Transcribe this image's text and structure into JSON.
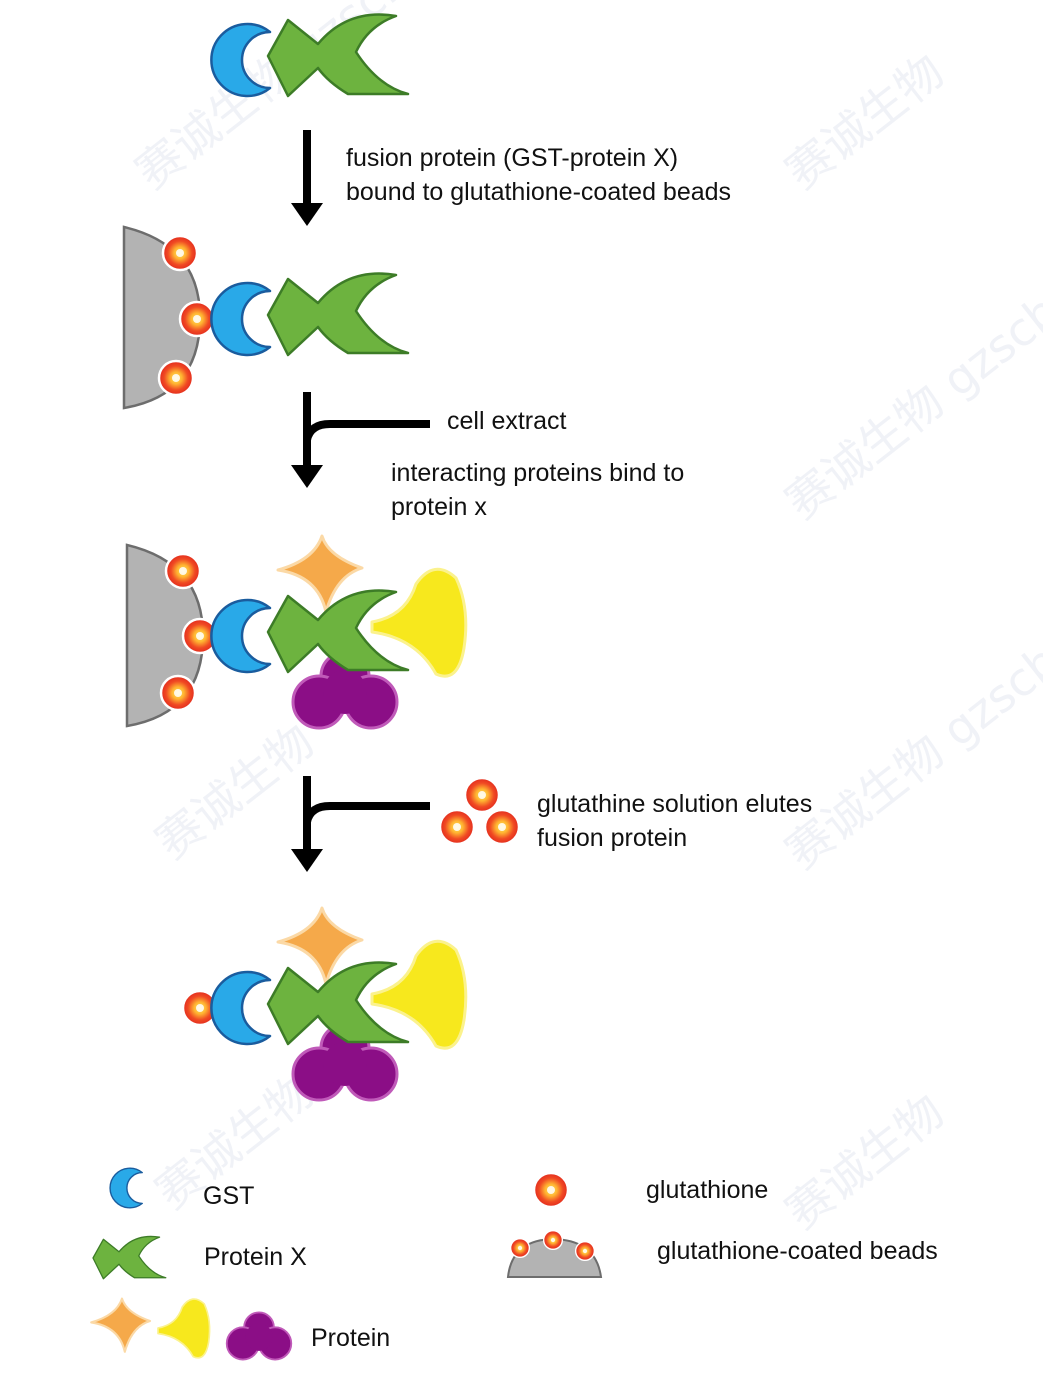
{
  "steps": {
    "step1": {
      "line1": "fusion protein (GST-protein X)",
      "line2": "bound to glutathione-coated beads"
    },
    "step2": {
      "input": "cell extract",
      "line1": "interacting proteins bind to",
      "line2": "protein x"
    },
    "step3": {
      "line1": "glutathine solution elutes",
      "line2": "fusion protein"
    }
  },
  "legend": {
    "gst": "GST",
    "protein_x": "Protein X",
    "protein": "Protein",
    "glutathione": "glutathione",
    "beads": "glutathione-coated beads"
  },
  "watermark": {
    "cn": "赛诚生物",
    "url": "gzscbio.com"
  },
  "colors": {
    "gst": "#29a9e8",
    "protein_x": "#6db33f",
    "orange_protein": "#f5a94a",
    "yellow_protein": "#f5e71c",
    "purple_protein": "#8b0e86",
    "bead": "#b3b3b3",
    "glutathione_outer": "#e8231f",
    "glutathione_inner": "#ffd43a"
  }
}
